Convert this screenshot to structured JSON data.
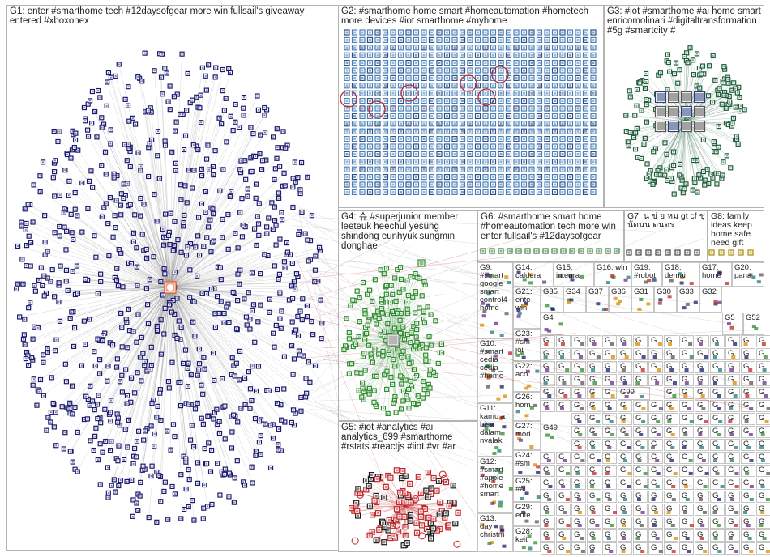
{
  "groups": [
    {
      "id": "G1",
      "label": "G1: enter #smarthome tech #12daysofgear more win fullsail's giveaway entered #xboxonex",
      "node_color": "#1a1a6e"
    },
    {
      "id": "G2",
      "label": "G2: #smarthome home smart #homeautomation #hometech more devices #iot smarthome #myhome",
      "node_color": "#4a7fb8"
    },
    {
      "id": "G3",
      "label": "G3: #iot #smarthome #ai home smart enricomolinari #digitaltransformation #5g #smartcity #",
      "node_color": "#1f5e3a"
    },
    {
      "id": "G4",
      "label": "G4: 슈 #superjunior member leeteuk heechul yesung shindong eunhyuk sungmin donghae",
      "node_color": "#2e8b2e"
    },
    {
      "id": "G5",
      "label": "G5: #iot #analytics #ai analytics_699 #smarthome #rstats #reactjs #iiot #vr #ar",
      "node_color": "#c0262a"
    },
    {
      "id": "G6",
      "label": "G6: #smarthome smart home #homeautomation tech more win enter fullsail's #12daysofgear",
      "node_color": "#3a7a3a"
    },
    {
      "id": "G7",
      "label": "G7: น ข่ ย หม gt cf ชุ นัดนน ดนตร",
      "node_color": "#6a6a6a"
    },
    {
      "id": "G8",
      "label": "G8: family ideas keep home safe need gift",
      "node_color": "#6a6a6a"
    }
  ],
  "small_groups": [
    {
      "id": "G9",
      "label": "G9: #smart google smart control4 home"
    },
    {
      "id": "G10",
      "label": "G10: #smart cedia cedia_ #home"
    },
    {
      "id": "G11",
      "label": "G11: kamu a bisa dalam nyalak"
    },
    {
      "id": "G12",
      "label": "G12: #smart #apple #home smart"
    },
    {
      "id": "G13",
      "label": "G13: day christm"
    },
    {
      "id": "G14",
      "label": "G14: caldera"
    },
    {
      "id": "G15",
      "label": "G15: integra"
    },
    {
      "id": "G16",
      "label": "G16: win"
    },
    {
      "id": "G19",
      "label": "G19: #robot"
    },
    {
      "id": "G18",
      "label": "G18: demai"
    },
    {
      "id": "G17",
      "label": "G17: home"
    },
    {
      "id": "G20",
      "label": "G20: pana"
    },
    {
      "id": "G21",
      "label": "G21: ente win"
    },
    {
      "id": "G23",
      "label": "G23: #sm joi"
    },
    {
      "id": "G22",
      "label": "G22: aco"
    },
    {
      "id": "G26",
      "label": "G26: hom"
    },
    {
      "id": "G27",
      "label": "G27: mod"
    },
    {
      "id": "G24",
      "label": "G24: #sm"
    },
    {
      "id": "G25",
      "label": "G25: #ai"
    },
    {
      "id": "G29",
      "label": "G29: ente"
    },
    {
      "id": "G28",
      "label": "G28: keit"
    },
    {
      "id": "G35",
      "label": "G35"
    },
    {
      "id": "G34",
      "label": "G34"
    },
    {
      "id": "G37",
      "label": "G37"
    },
    {
      "id": "G36",
      "label": "G36"
    },
    {
      "id": "G31",
      "label": "G31"
    },
    {
      "id": "G30",
      "label": "G30"
    },
    {
      "id": "G33",
      "label": "G33"
    },
    {
      "id": "G32",
      "label": "G32"
    },
    {
      "id": "G4x",
      "label": "G4"
    },
    {
      "id": "G5x",
      "label": "G5"
    },
    {
      "id": "G99",
      "label": "G99"
    },
    {
      "id": "G49",
      "label": "G49"
    },
    {
      "id": "G52",
      "label": "G52"
    }
  ],
  "generic_cell_label": "G",
  "colors": {
    "edge": "#9a9a9a",
    "edge_red": "#c0262a",
    "border": "#b4b4b4",
    "background": "#ffffff"
  }
}
